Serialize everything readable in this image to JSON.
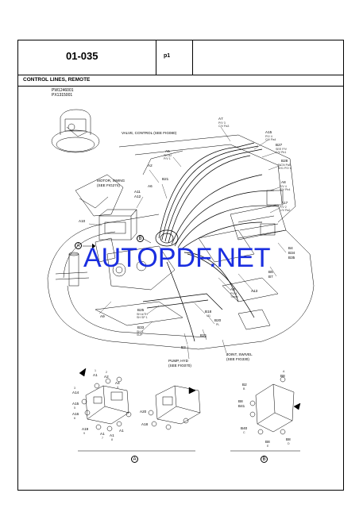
{
  "header": {
    "page_code": "01-035",
    "page_number": "p1"
  },
  "section_title": "CONTROL LINES, REMOTE",
  "serials": [
    "PW1246001",
    "PX1315001"
  ],
  "watermark": "AUTOPDF.NET",
  "refs": {
    "valve_control": "VALVE, CONTROL (SEE FIG080)",
    "motor_swing": "MOTOR, SWING",
    "motor_swing_ref": "(SEE FIG274)",
    "pump_hyd": "PUMP, HYD",
    "pump_hyd_ref": "(SEE FIG070)",
    "joint_swivel": "JOINT, SWIVEL",
    "joint_swivel_ref": "(SEE FIG330)"
  },
  "callouts": {
    "a7": "A7",
    "a7s": "P/V 3\nC/V Pa3",
    "a15": "A15",
    "a15s": "P/V 4\nC/V Pa4",
    "b27": "B27",
    "b27s": "SEE P/V\nC/V Pb1",
    "a5": "A5",
    "a5s": "SH A2\nP/V 1",
    "b28": "B28",
    "b28s": "P/CN Pa5\nSH1 P/V 8",
    "a8top": "A8",
    "a8tops": "P/V 4\nC/V Pb4",
    "a17": "A17",
    "a17s": "P/V 2\nC/V Pa2",
    "a6": "A6",
    "a2": "A2",
    "b21top": "B21",
    "a11": "A11",
    "a12": "A12",
    "a10": "A10",
    "b4": "B4",
    "b34": "B34",
    "b35": "B35",
    "b5": "B5",
    "b7": "B7",
    "a9": "A9",
    "a8mid": "A8",
    "a8mids": "P/V 1\nTravel",
    "a13": "A13",
    "b25": "B25",
    "b25s": "SH A/TH\nSH SP 1",
    "b33": "B33",
    "b33s": "SH S\nSUP",
    "b18": "B18",
    "b18s": "M1",
    "b20": "B20",
    "b20s": "PL",
    "b3": "B3",
    "b21mid": "B21",
    "a_detail": "A",
    "b_detail": "B"
  },
  "detail_a": {
    "label": "A",
    "left_view": [
      "A1",
      "A2",
      "A4",
      "A14",
      "A15",
      "A16",
      "A19",
      "A1",
      "A1",
      "A1"
    ],
    "right_view": [
      "A20",
      "A18"
    ],
    "port_nums": [
      "1",
      "2",
      "3",
      "4",
      "5",
      "6",
      "7",
      "8",
      "9"
    ]
  },
  "detail_b": {
    "label": "B",
    "labels": [
      "A",
      "B8",
      "B2",
      "B8",
      "B41",
      "B40",
      "B8",
      "B8"
    ],
    "ports": [
      "C",
      "B",
      "D",
      "E"
    ]
  }
}
